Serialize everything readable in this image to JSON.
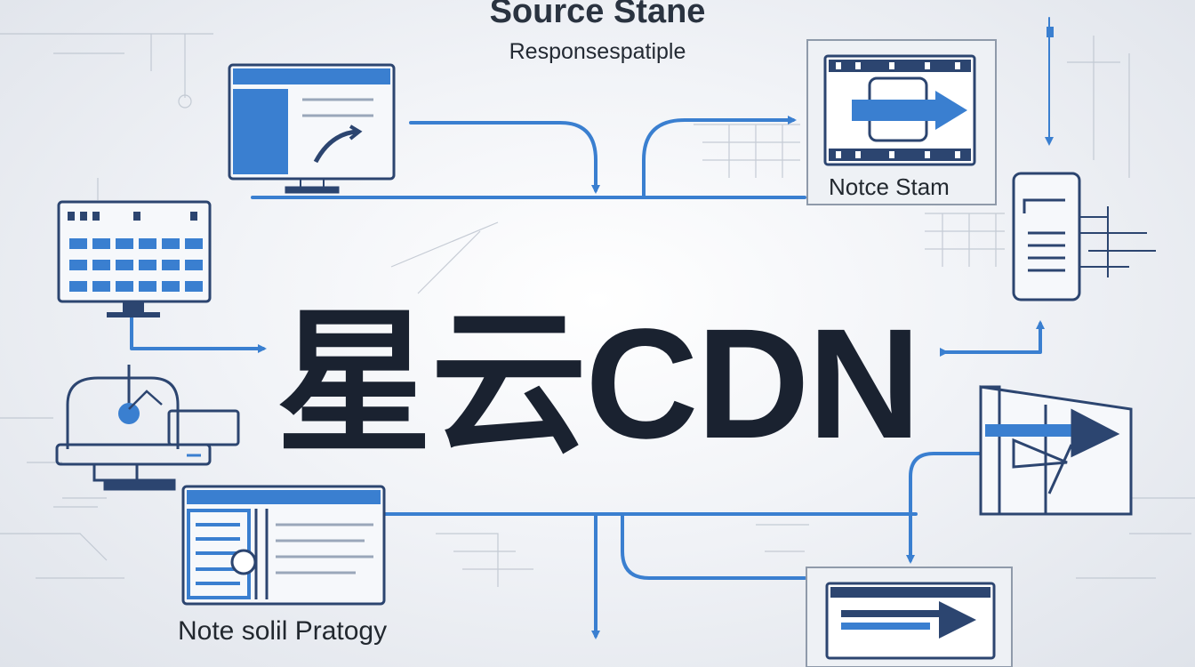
{
  "header": {
    "title": "Source Stane",
    "subtitle": "Responsespatiple"
  },
  "center": {
    "title": "星云CDN"
  },
  "nodes": {
    "top_right_label": "Notce Stam",
    "bottom_left_label": "Note solil Pratogy"
  },
  "colors": {
    "accent": "#3a7fd0",
    "ink": "#2c4570",
    "text": "#1a2230"
  }
}
